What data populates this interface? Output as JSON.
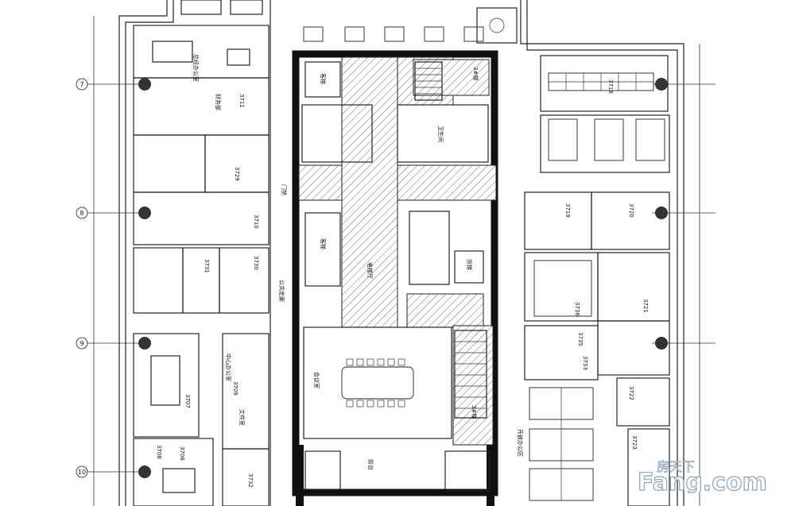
{
  "grid_axes": [
    "7",
    "8",
    "9",
    "10"
  ],
  "labels": {
    "lobby": "电梯厅",
    "public_corridor": "公共走廊",
    "stair_right": "3#梯",
    "stair_top": "3#梯",
    "front_office": "前台",
    "conference": "会议室",
    "manager_office": "总经办公室",
    "finance": "财务部",
    "room_3711": "3711",
    "room_3729": "3729",
    "room_3710": "3710",
    "room_3731": "3731",
    "room_3730": "3730",
    "room_3709": "3709",
    "room_3707": "3707",
    "room_3708": "3708",
    "room_3732": "3732",
    "room_3706": "3706",
    "room_3719": "3719",
    "room_3720": "3720",
    "room_3721": "3721",
    "room_3736": "3736",
    "room_3735": "3735",
    "room_3733": "3733",
    "room_3722": "3722",
    "room_3723": "3723",
    "room_3718": "3718",
    "elev_1": "客梯",
    "elev_2": "客梯",
    "elev_3": "货梯",
    "wc": "卫生间",
    "mid_office": "中心办公室",
    "archive": "文件室",
    "open_office": "开放办公区",
    "gate_sign": "门禁"
  },
  "watermark": {
    "brand_cn": "房天下",
    "brand_en": "Fang.com"
  }
}
